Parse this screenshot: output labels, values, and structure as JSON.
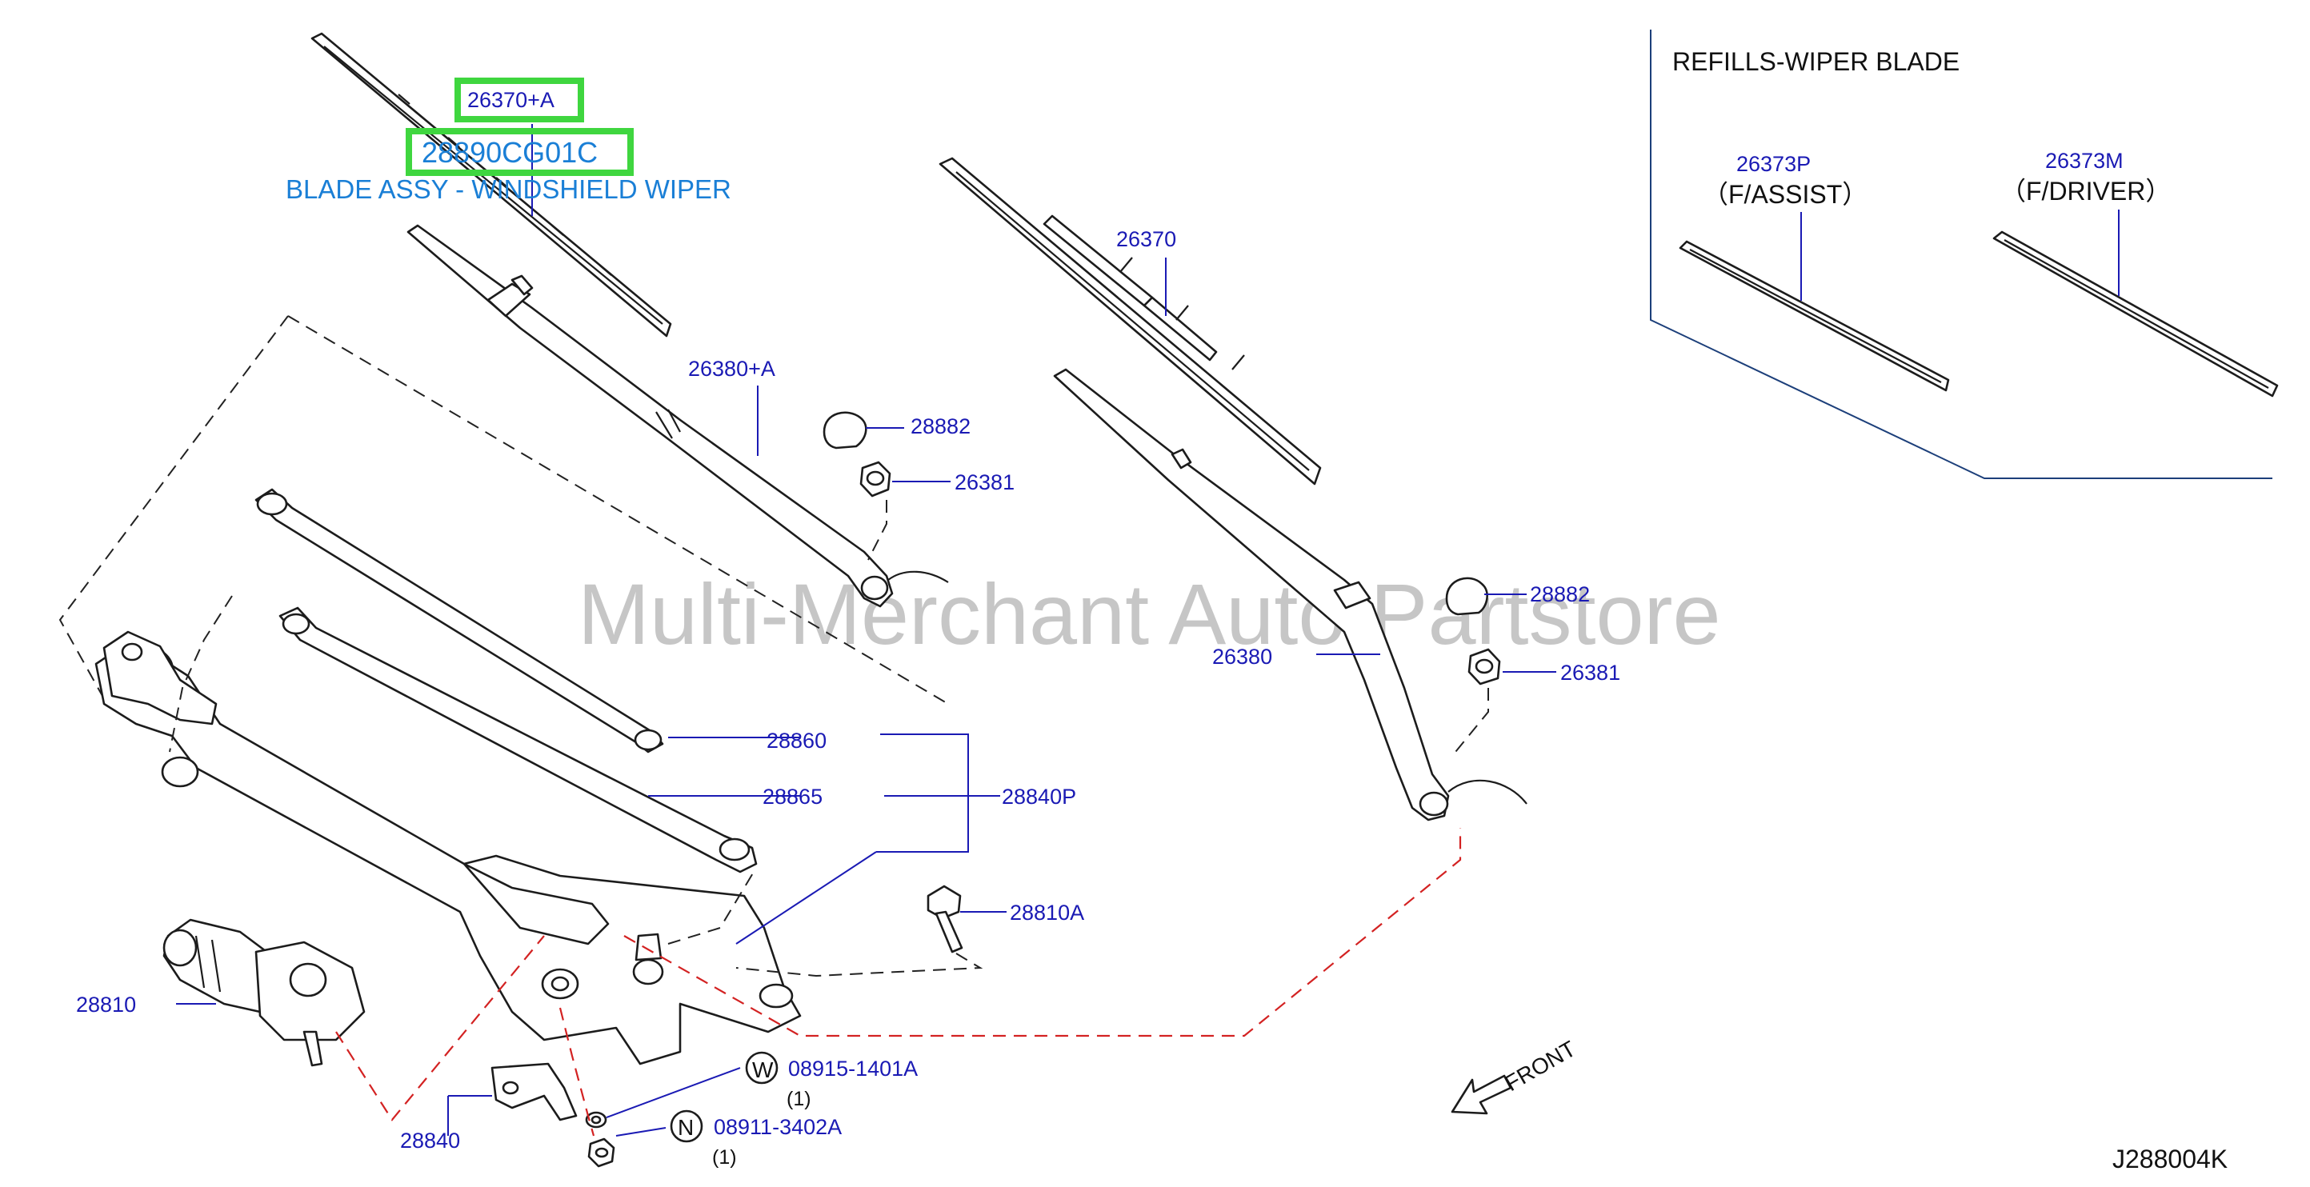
{
  "diagram_code": "J288004K",
  "watermark": "Multi-Merchant Auto Partstore",
  "refills_title": "REFILLS-WIPER   BLADE",
  "description": "BLADE ASSY - WINDSHIELD WIPER",
  "oem_part_number": "28890CG01C",
  "front_label": "FRONT",
  "highlight_color": "#3fd63f",
  "labels": {
    "p26370A": "26370+A",
    "p26380A": "26380+A",
    "p28882a": "28882",
    "p26381a": "26381",
    "p26370": "26370",
    "p26373P": "26373P",
    "f_assist": "（F/ASSIST）",
    "p26373M": "26373M",
    "f_driver": "（F/DRIVER）",
    "p28882b": "28882",
    "p26381b": "26381",
    "p26380": "26380",
    "p28860": "28860",
    "p28865": "28865",
    "p28840P": "28840P",
    "p28810A": "28810A",
    "p28810": "28810",
    "p28840": "28840",
    "w_symbol": "W",
    "p08915": "08915-1401A",
    "qty_w": "(1)",
    "n_symbol": "N",
    "p08911": "08911-3402A",
    "qty_n": "(1)"
  }
}
